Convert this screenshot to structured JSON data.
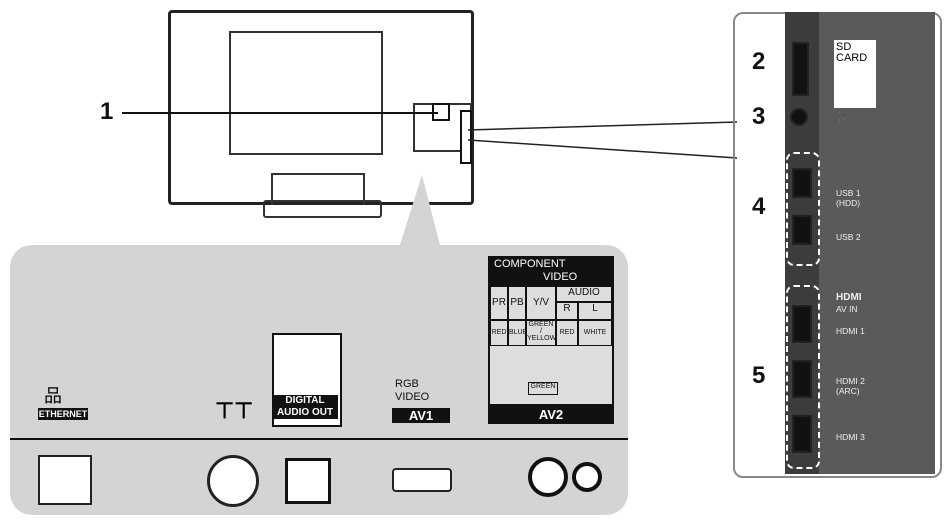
{
  "callouts": {
    "n1": "1",
    "n2": "2",
    "n3": "3",
    "n4": "4",
    "n5": "5"
  },
  "side_panel": {
    "sd_card": "SD CARD",
    "usb1": "USB 1",
    "usb1_sub": "(HDD)",
    "usb2": "USB 2",
    "hdmi_logo": "HDMI",
    "av_in": "AV IN",
    "hdmi1": "HDMI 1",
    "hdmi2": "HDMI 2",
    "hdmi2_sub": "(ARC)",
    "hdmi3": "HDMI 3"
  },
  "rear_panel": {
    "ethernet": "ETHERNET",
    "digital_audio_out": "DIGITAL AUDIO OUT",
    "rgb": "RGB",
    "video": "VIDEO",
    "av1": "AV1",
    "component": "COMPONENT",
    "component_video": "VIDEO",
    "pr": "PR",
    "pb": "PB",
    "yv": "Y/V",
    "audio": "AUDIO",
    "r": "R",
    "l": "L",
    "red": "RED",
    "blue": "BLUE",
    "green_yellow": "GREEN / YELLOW",
    "red2": "RED",
    "white": "WHITE",
    "green": "GREEN",
    "av2": "AV2"
  }
}
